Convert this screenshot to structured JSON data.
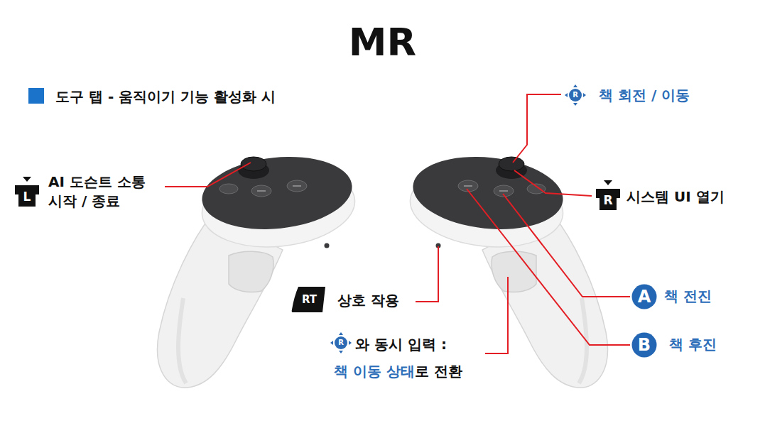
{
  "diagram": {
    "title": "MR",
    "nodes": [
      {
        "text": [
          "L"
        ]
      },
      {
        "text": [
          "R"
        ]
      },
      {
        "text": [
          "R"
        ]
      },
      {
        "text": [
          "RT"
        ]
      },
      {
        "text": [
          "R"
        ]
      },
      {
        "text": [
          "A"
        ]
      },
      {
        "text": [
          "B"
        ]
      }
    ],
    "labels": [
      "도구 탭 - 움직이기 기능 활성화 시",
      "AI 도슨트 소통 시작 / 종료",
      "책 회전 / 이동",
      "시스템 UI 열기",
      "상호 작용",
      "와 동시 입력 :",
      "책 이동 상태",
      "로 전환",
      "책 전진",
      "책 후진"
    ]
  }
}
